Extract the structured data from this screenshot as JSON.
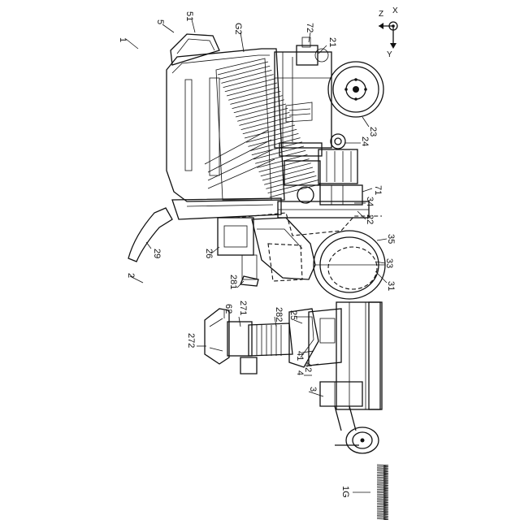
{
  "labels": {
    "l1": "1",
    "l5": "5",
    "l51": "51",
    "lG2": "G2",
    "l72": "72",
    "l21": "21",
    "l23": "23",
    "l24": "24",
    "l71": "71",
    "l34": "34",
    "l22": "22",
    "l35": "35",
    "l33": "33",
    "l31": "31",
    "l29": "29",
    "l26": "26",
    "l281": "281",
    "l2": "2",
    "l62": "62",
    "l271": "271",
    "l282": "282",
    "l25": "25",
    "l272": "272",
    "l41": "41",
    "l42": "42",
    "l4": "4",
    "l3": "3",
    "l1G": "1G"
  },
  "axes": {
    "z": "Z",
    "x": "X",
    "y": "Y"
  }
}
